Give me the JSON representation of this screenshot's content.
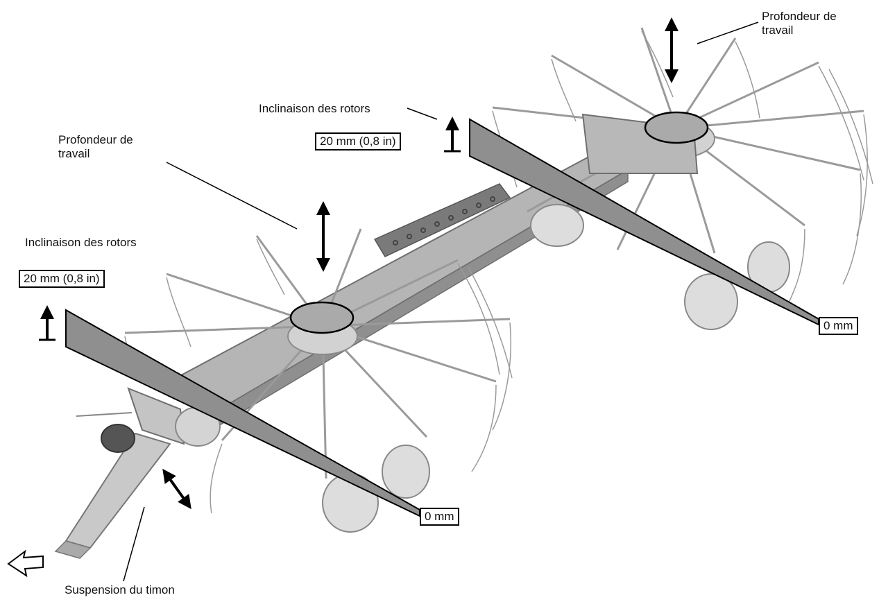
{
  "labels": {
    "depth_top": {
      "line1": "Profondeur de",
      "line2": "travail"
    },
    "depth_left": {
      "line1": "Profondeur de",
      "line2": "travail"
    },
    "tilt_rear": "Inclinaison des rotors",
    "tilt_front": "Inclinaison des rotors",
    "drawbar_suspension": "Suspension du timon"
  },
  "measurements": {
    "rear_high": "20 mm (0,8 in)",
    "front_high": "20 mm (0,8 in)",
    "rear_low": "0 mm",
    "front_low": "0 mm"
  },
  "colors": {
    "ink": "#111111",
    "plate": "#8f8f8f",
    "machine": "#b5b5b5",
    "machine_dark": "#6f6f6f",
    "tine": "#9a9a9a"
  },
  "icons": {
    "vertical_arrows": "double-arrow-vertical-icon",
    "raise_arrows": "raise-arrow-icon",
    "drawbar_arrow": "double-arrow-diagonal-icon",
    "travel_direction": "travel-direction-arrow-icon"
  }
}
